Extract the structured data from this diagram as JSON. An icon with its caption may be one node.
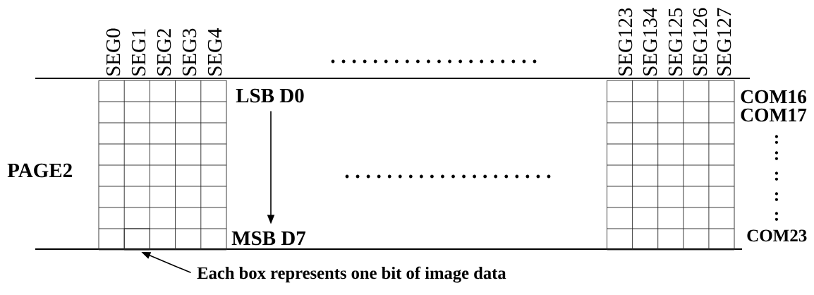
{
  "diagram": {
    "nodes": [
      {
        "text": [
          "LSB D0"
        ]
      },
      {
        "text": [
          "MSB D7"
        ]
      },
      {
        "text": [],
        "shape": "box"
      },
      {
        "text": [
          "Each box represents one bit of image data"
        ]
      }
    ],
    "edges": [
      {
        "from": 0,
        "to": 1,
        "arrow": "to"
      },
      {
        "from": 3,
        "to": 2,
        "arrow": "to"
      }
    ],
    "labels": [
      "SEG0",
      "SEG1",
      "SEG2",
      "SEG3",
      "SEG4",
      "SEG123",
      "SEG134",
      "SEG125",
      "SEG126",
      "SEG127",
      "PAGE2",
      "COM16",
      "COM17",
      ":",
      ":",
      ":",
      ":",
      ":",
      "COM23"
    ]
  }
}
